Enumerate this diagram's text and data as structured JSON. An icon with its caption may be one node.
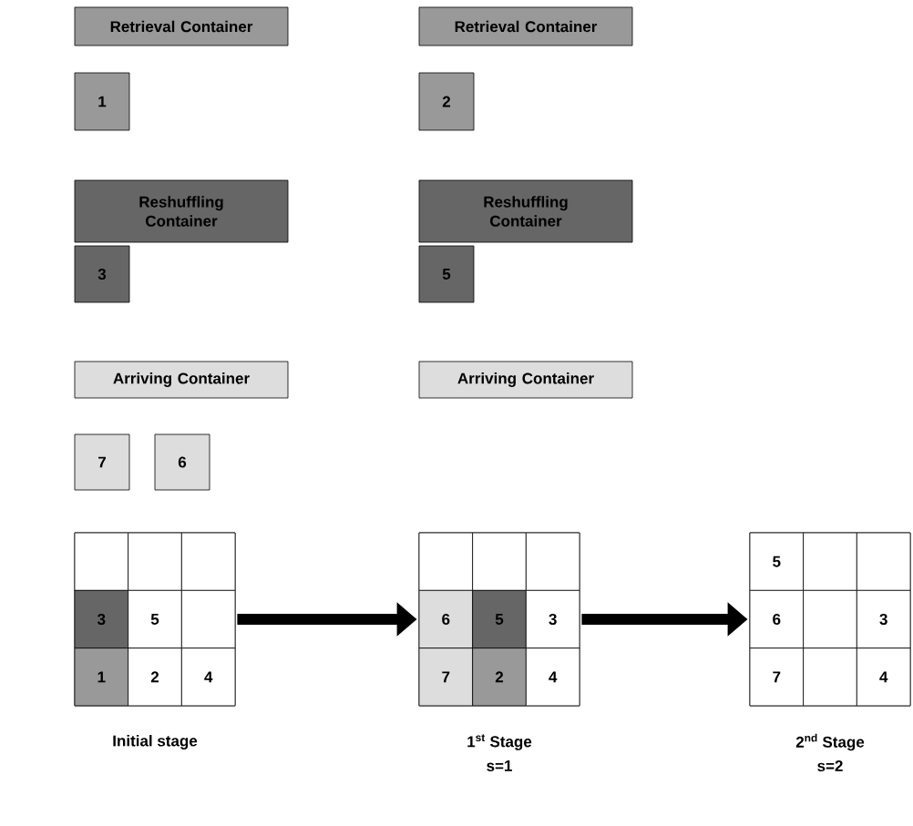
{
  "diagram": {
    "nodes": [
      {
        "text": [
          "Retrieval Container"
        ]
      },
      {
        "text": [
          "Retrieval Container"
        ]
      },
      {
        "text": [
          "1"
        ]
      },
      {
        "text": [
          "2"
        ]
      },
      {
        "text": [
          "Reshuffling Container"
        ]
      },
      {
        "text": [
          "Reshuffling Container"
        ]
      },
      {
        "text": [
          "3"
        ]
      },
      {
        "text": [
          "5"
        ]
      },
      {
        "text": [
          "Arriving Container"
        ]
      },
      {
        "text": [
          "Arriving Container"
        ]
      },
      {
        "text": [
          "7"
        ]
      },
      {
        "text": [
          "6"
        ]
      },
      {
        "text": [],
        "shape": "box",
        "beside": [
          "Initial stage"
        ]
      },
      {
        "text": [],
        "shape": "box",
        "in": 12
      },
      {
        "text": [],
        "shape": "box",
        "in": 12
      },
      {
        "text": [],
        "shape": "box",
        "in": 12
      },
      {
        "text": [
          "3"
        ],
        "in": 12
      },
      {
        "text": [
          "5"
        ],
        "in": 12
      },
      {
        "text": [],
        "shape": "box",
        "in": 12
      },
      {
        "text": [
          "1"
        ],
        "in": 12
      },
      {
        "text": [
          "2"
        ],
        "in": 12
      },
      {
        "text": [
          "4"
        ],
        "in": 12
      },
      {
        "text": [],
        "shape": "box",
        "beside": [
          "1$^{st}$ Stage",
          "s=1"
        ]
      },
      {
        "text": [],
        "shape": "box",
        "in": 22
      },
      {
        "text": [],
        "shape": "box",
        "in": 22
      },
      {
        "text": [],
        "shape": "box",
        "in": 22
      },
      {
        "text": [
          "6"
        ],
        "in": 22
      },
      {
        "text": [
          "5"
        ],
        "in": 22
      },
      {
        "text": [
          "3"
        ],
        "in": 22
      },
      {
        "text": [
          "7"
        ],
        "in": 22
      },
      {
        "text": [
          "2"
        ],
        "in": 22
      },
      {
        "text": [
          "4"
        ],
        "in": 22
      },
      {
        "text": [],
        "shape": "box",
        "beside": [
          "2$^{nd}$ Stage",
          "s=2"
        ]
      },
      {
        "text": [
          "5"
        ],
        "in": 32
      },
      {
        "text": [],
        "shape": "box",
        "in": 32
      },
      {
        "text": [],
        "shape": "box",
        "in": 32
      },
      {
        "text": [
          "6"
        ],
        "in": 32
      },
      {
        "text": [],
        "shape": "box",
        "in": 32
      },
      {
        "text": [
          "3"
        ],
        "in": 32
      },
      {
        "text": [
          "7"
        ],
        "in": 32
      },
      {
        "text": [],
        "shape": "box",
        "in": 32
      },
      {
        "text": [
          "4"
        ],
        "in": 32
      }
    ],
    "edges": [
      {
        "from": 12,
        "to": 22,
        "arrow": "to"
      },
      {
        "from": 22,
        "to": 32,
        "arrow": "to"
      }
    ]
  }
}
